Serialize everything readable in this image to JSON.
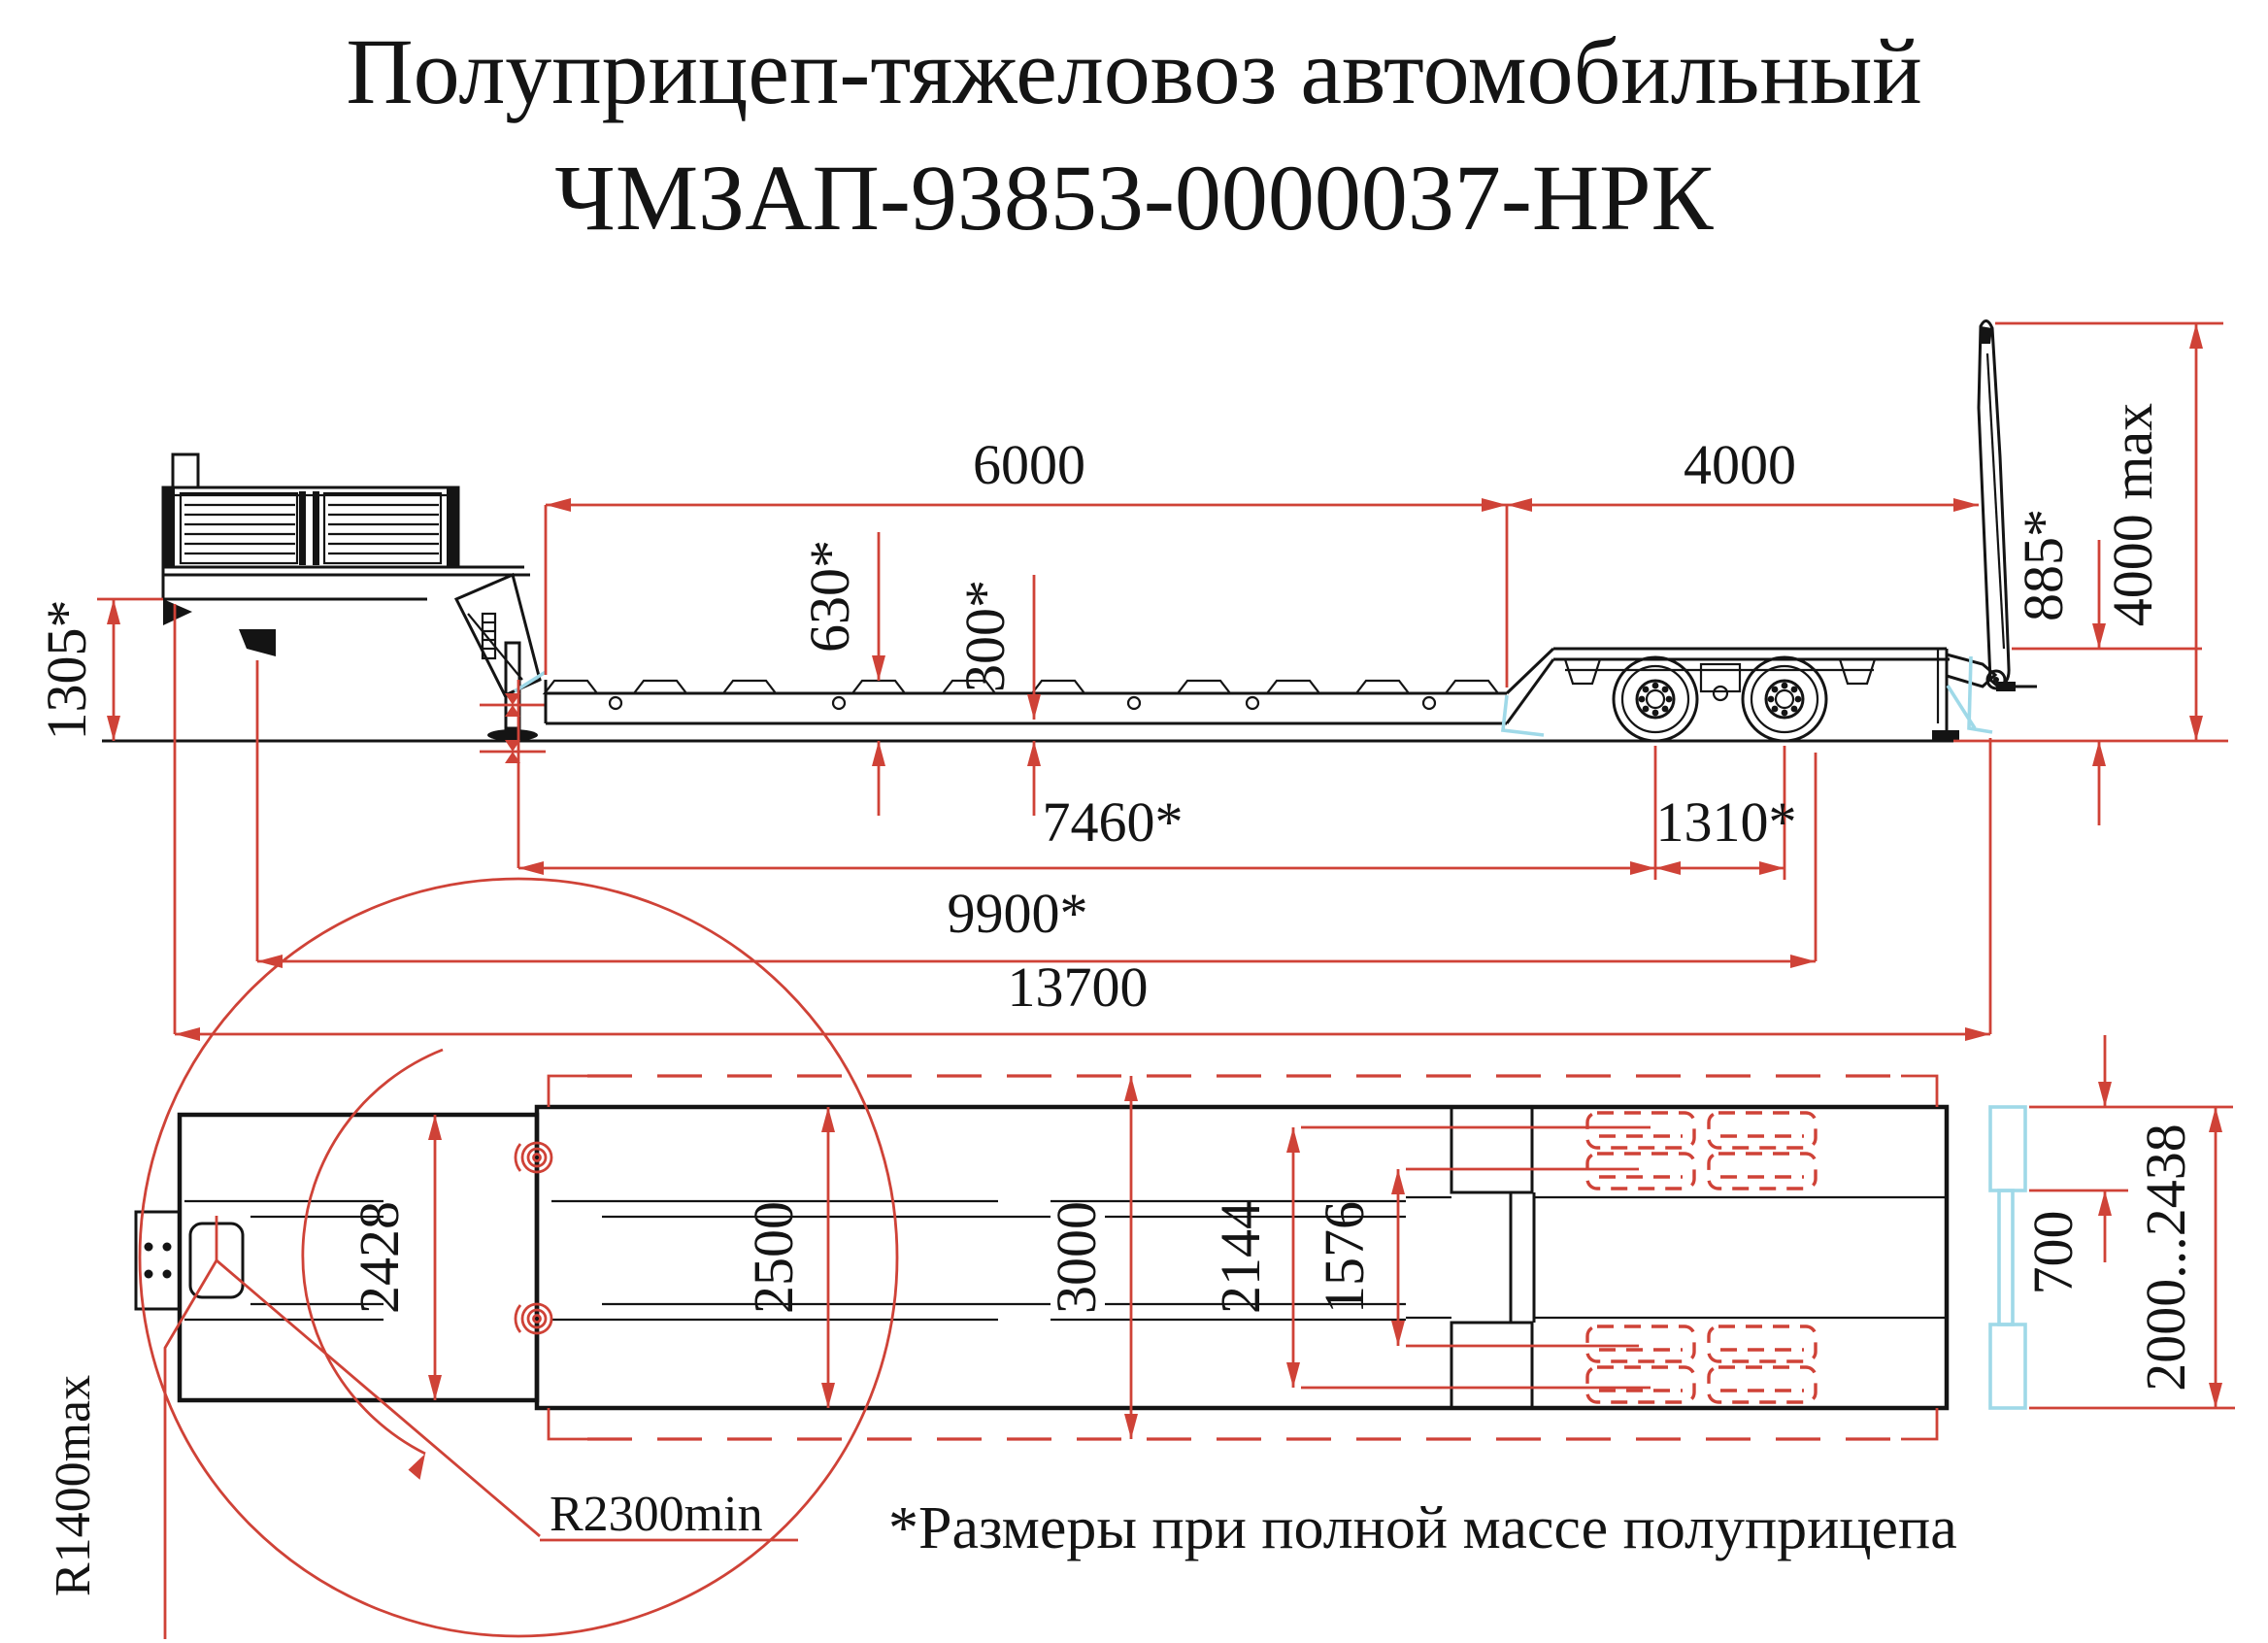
{
  "title": {
    "line1": "Полуприцеп-тяжеловоз автомобильный",
    "line2": "ЧМЗАП-93853-0000037-НРК"
  },
  "side": {
    "deck_length": "6000",
    "rear_deck_length": "4000",
    "loading_height": "630*",
    "ground_clearance": "300*",
    "rear_deck_height": "885*",
    "ramp_raised_height": "4000 max",
    "gooseneck_height": "1305*",
    "kingpin_to_bogie": "7460*",
    "axle_base": "1310*",
    "kingpin_to_rear": "9900*",
    "overall_length": "13700"
  },
  "top": {
    "gooseneck_width": "2428",
    "deck_width": "2500",
    "extended_width": "3000",
    "frame_width": "2144",
    "frame_inner_width": "1576",
    "ramp_width": "700",
    "ramp_track": "2000...2438",
    "min_turning_radius": "R2300min",
    "max_swing_radius": "R1400max"
  },
  "footnote": {
    "text": "*Размеры при полной массе полуприцепа"
  },
  "colors": {
    "dimension_red": "#cf4237",
    "line_black": "#141414",
    "highlight_cyan": "#9fd9e8"
  }
}
